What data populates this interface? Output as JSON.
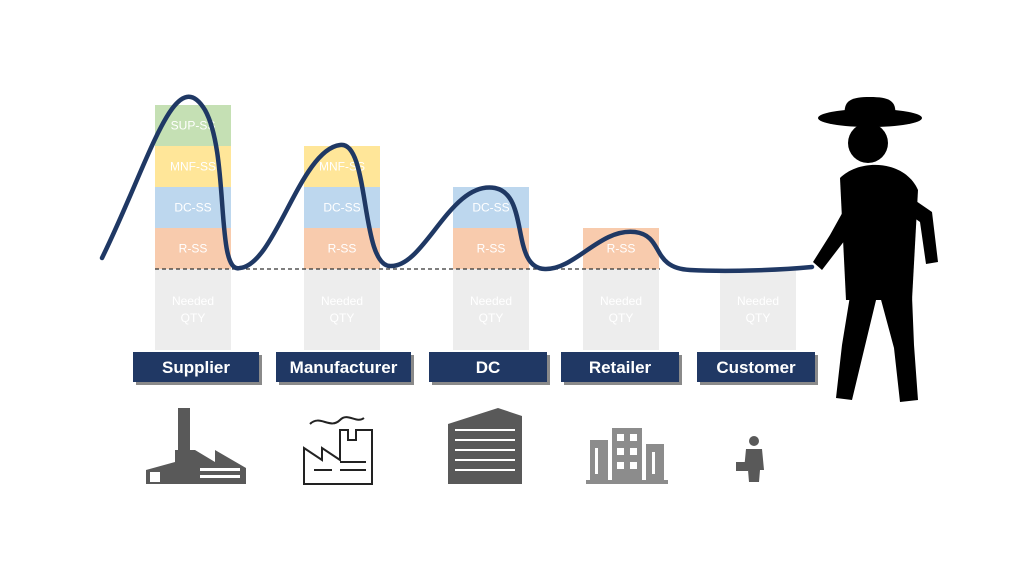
{
  "stages": [
    {
      "name": "Supplier",
      "needed": [
        "Needed",
        "QTY"
      ],
      "blocks": [
        {
          "text": "R-SS",
          "color": "#F8CBAD"
        },
        {
          "text": "DC-SS",
          "color": "#BDD7EE"
        },
        {
          "text": "MNF-SS",
          "color": "#FFE699"
        },
        {
          "text": "SUP-SS",
          "color": "#C5E0B4"
        }
      ]
    },
    {
      "name": "Manufacturer",
      "needed": [
        "Needed",
        "QTY"
      ],
      "blocks": [
        {
          "text": "R-SS",
          "color": "#F8CBAD"
        },
        {
          "text": "DC-SS",
          "color": "#BDD7EE"
        },
        {
          "text": "MNF-SS",
          "color": "#FFE699"
        }
      ]
    },
    {
      "name": "DC",
      "needed": [
        "Needed",
        "QTY"
      ],
      "blocks": [
        {
          "text": "R-SS",
          "color": "#F8CBAD"
        },
        {
          "text": "DC-SS",
          "color": "#BDD7EE"
        }
      ]
    },
    {
      "name": "Retailer",
      "needed": [
        "Needed",
        "QTY"
      ],
      "blocks": [
        {
          "text": "R-SS",
          "color": "#F8CBAD"
        }
      ]
    },
    {
      "name": "Customer",
      "needed": [
        "Needed",
        "QTY"
      ],
      "blocks": []
    }
  ],
  "colors": {
    "label_fill": "#203864",
    "label_shadow": "#8a8a8a",
    "needed_fill": "#EDEDED",
    "curve": "#1F3864",
    "icon": "#595959",
    "icon_light": "#8C8C8C",
    "figure": "#000000"
  },
  "icons": [
    "factory-icon",
    "factory-outline-icon",
    "office-building-icon",
    "city-buildings-icon",
    "businessman-icon",
    "person-silhouette-icon"
  ]
}
